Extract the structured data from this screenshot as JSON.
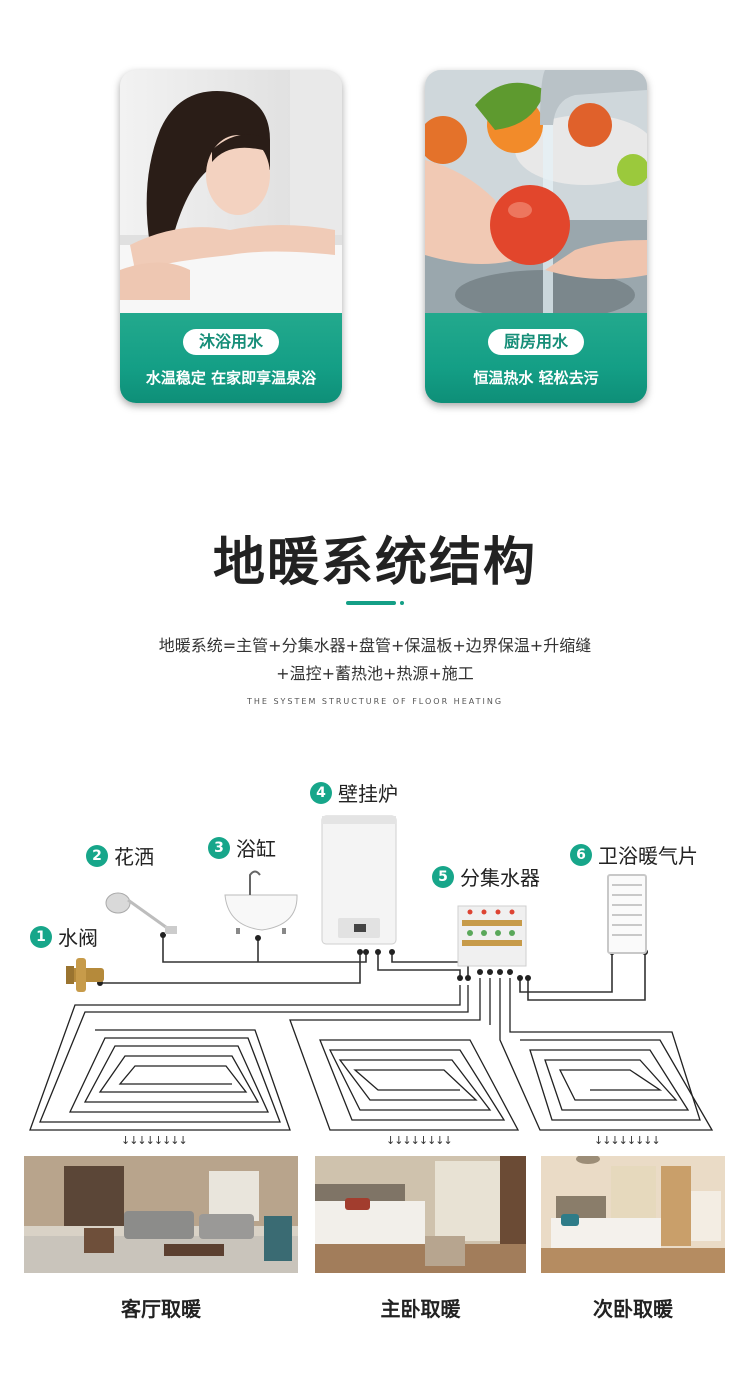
{
  "cards": [
    {
      "tag": "沐浴用水",
      "subtitle": "水温稳定 在家即享温泉浴",
      "image": "woman-relaxing-in-bathtub"
    },
    {
      "tag": "厨房用水",
      "subtitle": "恒温热水 轻松去污",
      "image": "washing-fruit-under-tap"
    }
  ],
  "section": {
    "title": "地暖系统结构",
    "desc_line1": "地暖系统=主管+分集水器+盘管+保温板+边界保温+升缩缝",
    "desc_line2": "+温控+蓄热池+热源+施工",
    "english": "THE SYSTEM STRUCTURE OF FLOOR HEATING"
  },
  "components": [
    {
      "num": "1",
      "label": "水阀"
    },
    {
      "num": "2",
      "label": "花洒"
    },
    {
      "num": "3",
      "label": "浴缸"
    },
    {
      "num": "4",
      "label": "壁挂炉"
    },
    {
      "num": "5",
      "label": "分集水器"
    },
    {
      "num": "6",
      "label": "卫浴暖气片"
    }
  ],
  "arrows": "↓↓↓↓↓↓↓↓",
  "rooms": [
    {
      "label": "客厅取暖",
      "image": "living-room"
    },
    {
      "label": "主卧取暖",
      "image": "master-bedroom"
    },
    {
      "label": "次卧取暖",
      "image": "second-bedroom"
    }
  ],
  "colors": {
    "accent": "#17a68a",
    "band": "#149f86",
    "title": "#222222"
  }
}
